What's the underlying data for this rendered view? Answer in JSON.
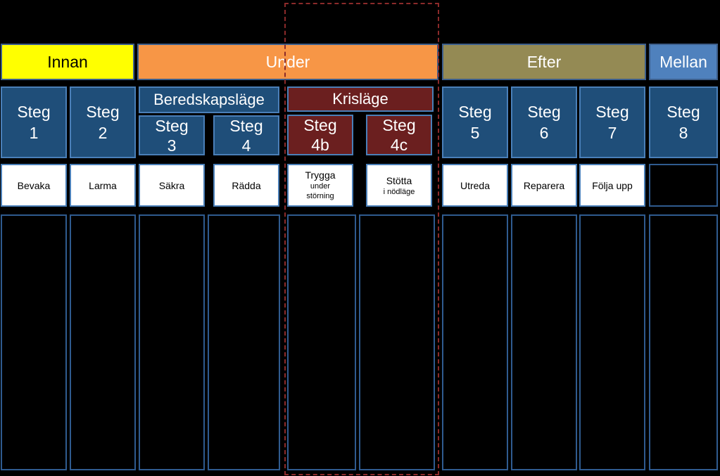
{
  "phases": {
    "innan": "Innan",
    "under": "Under",
    "efter": "Efter",
    "mellan": "Mellan"
  },
  "groups": {
    "beredskapslage": "Beredskapsläge",
    "krislage": "Krisläge"
  },
  "steps": {
    "s1": {
      "label": "Steg",
      "num": "1"
    },
    "s2": {
      "label": "Steg",
      "num": "2"
    },
    "s3": {
      "label": "Steg",
      "num": "3"
    },
    "s4": {
      "label": "Steg",
      "num": "4"
    },
    "s4b": {
      "label": "Steg",
      "num": "4b"
    },
    "s4c": {
      "label": "Steg",
      "num": "4c"
    },
    "s5": {
      "label": "Steg",
      "num": "5"
    },
    "s6": {
      "label": "Steg",
      "num": "6"
    },
    "s7": {
      "label": "Steg",
      "num": "7"
    },
    "s8": {
      "label": "Steg",
      "num": "8"
    }
  },
  "actions": {
    "bevaka": "Bevaka",
    "larma": "Larma",
    "sakra": "Säkra",
    "radda": "Rädda",
    "trygga": "Trygga",
    "trygga_sub1": "under",
    "trygga_sub2": "störning",
    "stotta": "Stötta",
    "stotta_sub": "i nödläge",
    "utreda": "Utreda",
    "reparera": "Reparera",
    "folja_upp": "Följa upp"
  },
  "colors": {
    "innan": "#ffff00",
    "under": "#f79646",
    "efter": "#948a54",
    "mellan": "#4f81bd",
    "step_blue": "#1f4e79",
    "step_red": "#6b1f1f"
  }
}
